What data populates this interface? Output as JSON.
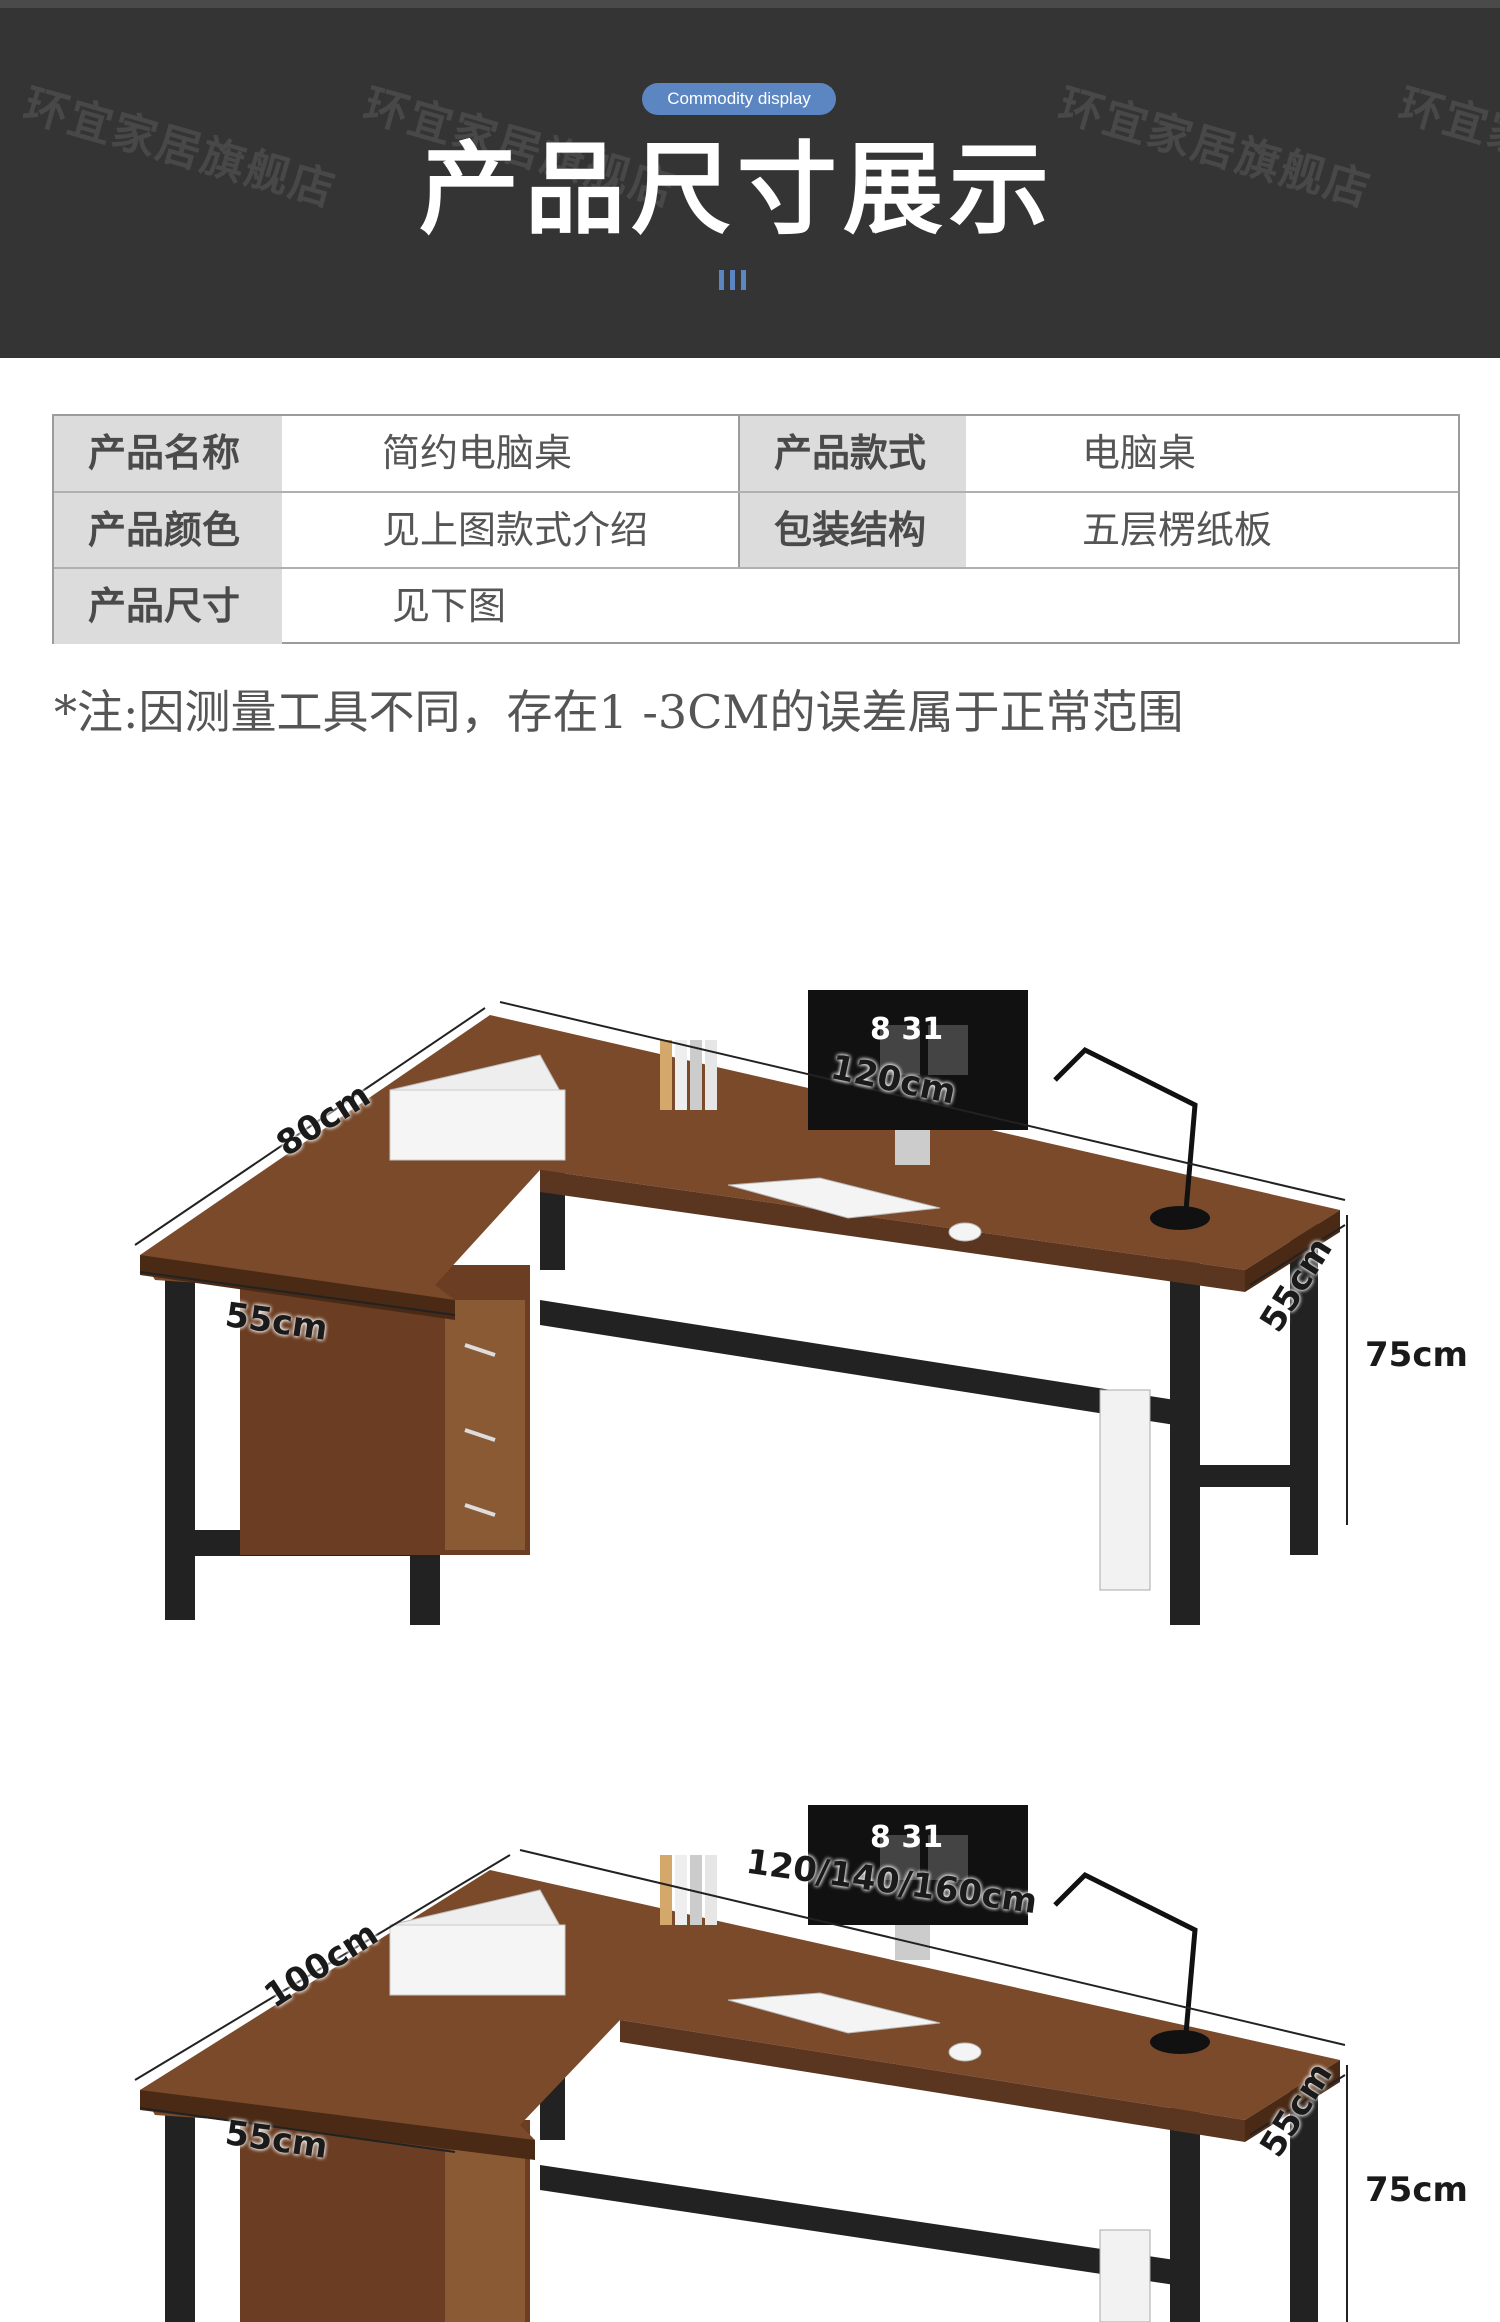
{
  "banner": {
    "pill": "Commodity display",
    "title": "产品尺寸展示",
    "watermark": "环宜家居旗舰店"
  },
  "spec_table": {
    "rows": [
      [
        {
          "label": "产品名称",
          "value": "简约电脑桌"
        },
        {
          "label": "产品款式",
          "value": "电脑桌"
        }
      ],
      [
        {
          "label": "产品颜色",
          "value": "见上图款式介绍"
        },
        {
          "label": "包装结构",
          "value": "五层楞纸板"
        }
      ],
      [
        {
          "label": "产品尺寸",
          "value": "见下图"
        }
      ]
    ]
  },
  "note": "*注:因测量工具不同，存在1 -3CM的误差属于正常范围",
  "desks": [
    {
      "dims": {
        "return_depth": "80cm",
        "return_width": "55cm",
        "main_length": "120cm",
        "main_depth": "55cm",
        "height": "75cm"
      },
      "clock": "8 31"
    },
    {
      "dims": {
        "return_depth": "100cm",
        "return_width": "55cm",
        "main_length": "120/140/160cm",
        "main_depth": "55cm",
        "height": "75cm"
      },
      "clock": "8 31"
    }
  ],
  "colors": {
    "banner_bg": "#343434",
    "accent": "#5b86c2",
    "wood": "#7a4a2a",
    "frame": "#222222"
  }
}
